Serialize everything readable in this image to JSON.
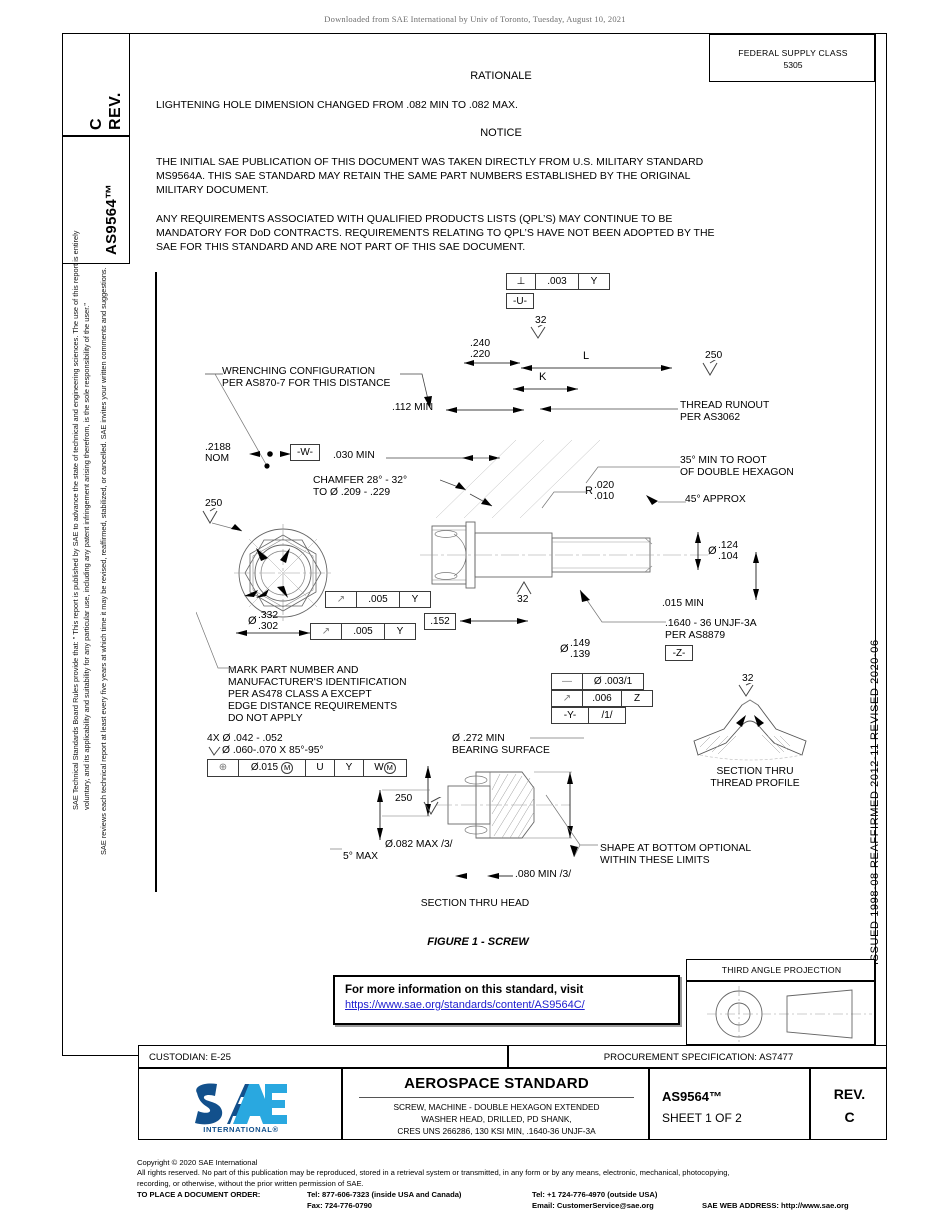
{
  "banner": "Downloaded from SAE International by Univ of Toronto, Tuesday, August 10, 2021",
  "left_column": {
    "rev_label": "REV.",
    "rev_value": "C",
    "standard_id": "AS9564™",
    "legal_1": "SAE Technical Standards Board Rules provide that: \" This report is published by SAE to advance the state of technical and engineering sciences. The use of this report is entirely",
    "legal_2": "voluntary, and its applicability and suitability for any particular use, including any patent infringement arising therefrom, is the sole responsibility of the user.\"",
    "legal_3": "SAE reviews each technical report at least every five years at which time it may be revised, reaffirmed, stabilized, or cancelled. SAE invites your written comments and suggestions."
  },
  "right_column": {
    "issued": "ISSUED 1998-08",
    "reaffirmed": "REAFFIRMED 2012-11",
    "revised": "REVISED 2020-06"
  },
  "fsc": {
    "title": "FEDERAL SUPPLY CLASS",
    "value": "5305"
  },
  "header": {
    "rationale_title": "RATIONALE",
    "rationale_body": "LIGHTENING HOLE DIMENSION CHANGED FROM .082 MIN TO .082 MAX.",
    "notice_title": "NOTICE",
    "notice_p1_l1": "THE INITIAL SAE PUBLICATION OF THIS DOCUMENT WAS TAKEN DIRECTLY FROM U.S. MILITARY STANDARD",
    "notice_p1_l2": "MS9564A. THIS SAE STANDARD MAY RETAIN THE SAME PART NUMBERS ESTABLISHED BY THE ORIGINAL",
    "notice_p1_l3": "MILITARY DOCUMENT.",
    "notice_p2_l1": "ANY REQUIREMENTS ASSOCIATED WITH QUALIFIED PRODUCTS LISTS (QPL’S) MAY CONTINUE TO BE",
    "notice_p2_l2": "MANDATORY FOR DoD CONTRACTS. REQUIREMENTS RELATING TO QPL’S HAVE NOT BEEN ADOPTED BY THE",
    "notice_p2_l3": "SAE FOR THIS STANDARD AND ARE NOT PART OF THIS SAE DOCUMENT."
  },
  "drawing": {
    "figure_caption": "FIGURE 1 - SCREW",
    "section_head_caption": "SECTION THRU HEAD",
    "section_thread_l1": "SECTION THRU",
    "section_thread_l2": "THREAD PROFILE",
    "notes": {
      "wrench_l1": "WRENCHING CONFIGURATION",
      "wrench_l2": "PER AS870-7 FOR THIS DISTANCE",
      "nom_l1": ".2188",
      "nom_l2": "NOM",
      "datum_w": "-W-",
      "datum_u": "-U-",
      "datum_y": "-Y-",
      "datum_z": "-Z-",
      "min_112": ".112 MIN",
      "min_030": ".030 MIN",
      "chamfer_l1": "CHAMFER 28° - 32°",
      "chamfer_l2": "TO Ø .209 - .229",
      "dim_240": ".240",
      "dim_220": ".220",
      "dim_L": "L",
      "dim_K": "K",
      "rough_32": "32",
      "rough_250": "250",
      "thread_runout_l1": "THREAD RUNOUT",
      "thread_runout_l2": "PER AS3062",
      "root_l1": "35° MIN TO ROOT",
      "root_l2": "OF DOUBLE HEXAGON",
      "approx_45": "45° APPROX",
      "radius_r": "R",
      "radius_hi": ".020",
      "radius_lo": ".010",
      "dia_sym": "Ø",
      "dia_124": ".124",
      "dia_104": ".104",
      "min_015": ".015 MIN",
      "thread_spec_l1": ".1640 - 36 UNJF-3A",
      "thread_spec_l2": "PER AS8879",
      "dia_332": ".332",
      "dia_302": ".302",
      "dim_152": ".152",
      "dia_149": ".149",
      "dia_139": ".139",
      "mark_l1": "MARK PART NUMBER AND",
      "mark_l2": "MANUFACTURER'S IDENTIFICATION",
      "mark_l3": "PER AS478 CLASS A EXCEPT",
      "mark_l4": "EDGE DISTANCE REQUIREMENTS",
      "mark_l5": "DO NOT APPLY",
      "holes_l1": "4X Ø .042 - .052",
      "holes_l2": "Ø .060-.070 X 85°-95°",
      "bearing_l1": "Ø .272 MIN",
      "bearing_l2": "BEARING SURFACE",
      "lighten_hole": "Ø.082 MAX /3/",
      "max_5deg": "5° MAX",
      "min_080": ".080 MIN /3/",
      "shape_l1": "SHAPE AT BOTTOM OPTIONAL",
      "shape_l2": "WITHIN THESE LIMITS"
    },
    "fcf": {
      "perp_sym": "⊥",
      "perp_tol": ".003",
      "perp_dat": "Y",
      "runout_sym": "↗",
      "runout_tol1": ".005",
      "runout_dat1": "Y",
      "runout_tol2": ".005",
      "runout_dat2": "Y",
      "straight_sym": "—",
      "straight_tol": "Ø .003/1",
      "runout_tol3": ".006",
      "runout_dat3": "Z",
      "note_ref": "/1/",
      "pos_sym": "⊕",
      "pos_tol": "Ø.015",
      "pos_m1": "M",
      "pos_d1": "U",
      "pos_d2": "Y",
      "pos_d3": "W",
      "pos_m2": "M"
    }
  },
  "url_box": {
    "line1": "For more information on this standard, visit",
    "line2": "https://www.sae.org/standards/content/AS9564C/"
  },
  "projection": {
    "title": "THIRD ANGLE PROJECTION"
  },
  "title_block": {
    "custodian": "CUSTODIAN: E-25",
    "procurement": "PROCUREMENT SPECIFICATION: AS7477",
    "standard_type": "AEROSPACE STANDARD",
    "desc_l1": "SCREW, MACHINE - DOUBLE HEXAGON EXTENDED",
    "desc_l2": "WASHER HEAD, DRILLED, PD SHANK,",
    "desc_l3": "CRES UNS 266286, 130 KSI MIN, .1640-36 UNJF-3A",
    "doc_number": "AS9564™",
    "sheet": "SHEET 1 OF 2",
    "rev_label": "REV.",
    "rev_value": "C",
    "logo_text": "SAE",
    "logo_sub": "INTERNATIONAL®"
  },
  "footer": {
    "copyright": "Copyright © 2020 SAE International",
    "rights_l1": "All rights reserved. No part of this publication may be reproduced, stored in a retrieval system or transmitted, in any form or by any means, electronic, mechanical, photocopying,",
    "rights_l2": "recording, or otherwise, without the prior written permission of SAE.",
    "order_label": "TO PLACE A DOCUMENT ORDER:",
    "tel_usa": "Tel: 877-606-7323 (inside USA and Canada)",
    "fax": "Fax: 724-776-0790",
    "tel_intl": "Tel: +1 724-776-4970 (outside USA)",
    "email": "Email: CustomerService@sae.org",
    "web": "SAE WEB ADDRESS: http://www.sae.org"
  },
  "colors": {
    "logo_light": "#29a8e0",
    "logo_dark": "#12508c",
    "link": "#2020d0"
  }
}
